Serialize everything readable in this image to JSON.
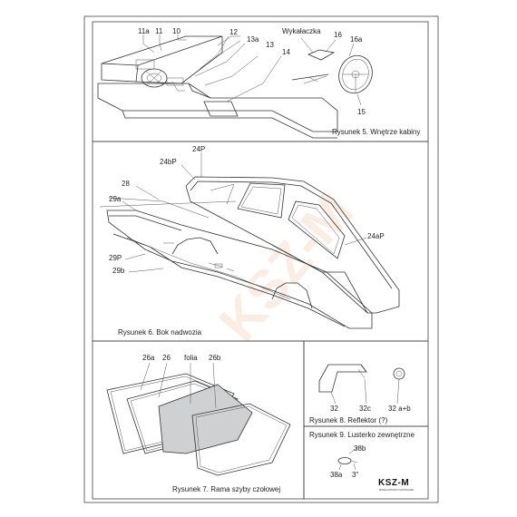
{
  "watermark": "KSZ-M",
  "sections": {
    "cabin": {
      "caption": "Rysunek 5. Wnętrze kabiny",
      "labels": [
        "11a",
        "11",
        "10",
        "12",
        "13a",
        "13",
        "14",
        "Wykałaczka",
        "16",
        "16a",
        "15"
      ]
    },
    "body_side": {
      "caption": "Rysunek 6. Bok nadwozia",
      "labels": [
        "24P",
        "24bP",
        "28",
        "29a",
        "24aP",
        "29P",
        "29b"
      ]
    },
    "windshield": {
      "caption": "Rysunek 7. Rama szyby czołowej",
      "labels": [
        "26a",
        "26",
        "folia",
        "26b"
      ]
    },
    "reflector": {
      "caption": "Rysunek 8. Reflektor (?)",
      "labels": [
        "32",
        "32c",
        "32 a+b"
      ]
    },
    "mirror": {
      "caption": "Rysunek 9. Lusterko zewnętrzne",
      "labels": [
        "38b",
        "38a",
        "3\""
      ]
    }
  },
  "logo": {
    "text": "KSZ-M",
    "subtext": "MODELARSTWO KARTONOWE"
  }
}
